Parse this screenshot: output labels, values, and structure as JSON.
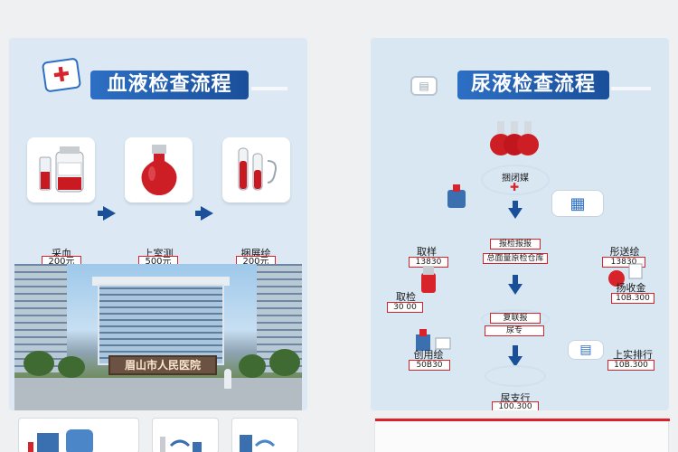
{
  "blood_poster": {
    "title": "血液检查流程",
    "steps": [
      {
        "label": "采血",
        "price": "200元"
      },
      {
        "label": "上室测",
        "price": "500元"
      },
      {
        "label": "捆展绘",
        "price": "200元"
      }
    ],
    "hospital_sign": "眉山市人民医院"
  },
  "urine_poster": {
    "title": "尿液检查流程",
    "cloud_label": "捆闭媒",
    "nodes": [
      {
        "label": "取样",
        "price": "13830"
      },
      {
        "label": "彤送绘",
        "price": "13830"
      },
      {
        "label": "取检",
        "price": "30 00"
      },
      {
        "label": "扬收金",
        "price": "10B.300"
      },
      {
        "label": "创用绘",
        "price": "50B30"
      },
      {
        "label": "上实排行",
        "price": "10B.300"
      },
      {
        "label": "尿支行",
        "price": "100.300"
      }
    ],
    "ribbons": [
      "报检报报",
      "总面量原检仓库",
      "复联报",
      "尿专"
    ]
  },
  "colors": {
    "brand_blue": "#1a4f9a",
    "accent_red": "#d8232a",
    "poster_bg": "#dce9f5"
  }
}
